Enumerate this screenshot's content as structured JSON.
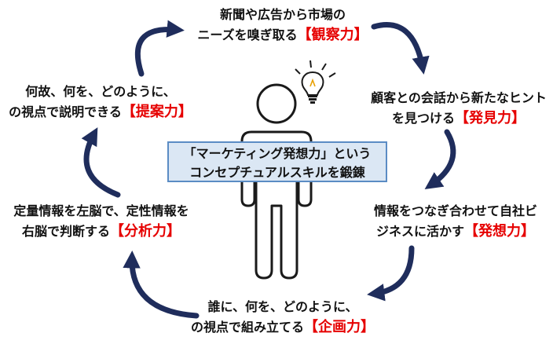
{
  "colors": {
    "arrow": "#1f2d5c",
    "skill_text": "#e60000",
    "center_fill": "#dbe7f4",
    "center_border": "#5b8cc4",
    "person_stroke": "#1a1a1a"
  },
  "center": {
    "line1": "「マーケティング発想力」という",
    "line2": "コンセプチュアルスキルを鍛錬"
  },
  "nodes": {
    "observation": {
      "line1": "新聞や広告から市場の",
      "line2_pre": "ニーズを嗅ぎ取る",
      "skill": "【観察力】"
    },
    "discovery": {
      "line1": "顧客との会話から新たなヒント",
      "line2_pre": "を見つける",
      "skill": "【発見力】"
    },
    "ideation": {
      "line1": "情報をつなぎ合わせて自社ビ",
      "line2_pre": "ジネスに活かす",
      "skill": "【発想力】"
    },
    "planning": {
      "line1": "誰に、何を、どのように、",
      "line2_pre": "の視点で組み立てる",
      "skill": "【企画力】"
    },
    "analysis": {
      "line1": "定量情報を左脳で、定性情報を",
      "line2_pre": "右脳で判断する",
      "skill": "【分析力】"
    },
    "proposal": {
      "line1": "何故、何を、どのように、",
      "line2_pre": "の視点で説明できる",
      "skill": "【提案力】"
    }
  },
  "icons": {
    "figure": "person-icon",
    "idea": "lightbulb-icon",
    "cycle": "curved-arrow-icon"
  }
}
